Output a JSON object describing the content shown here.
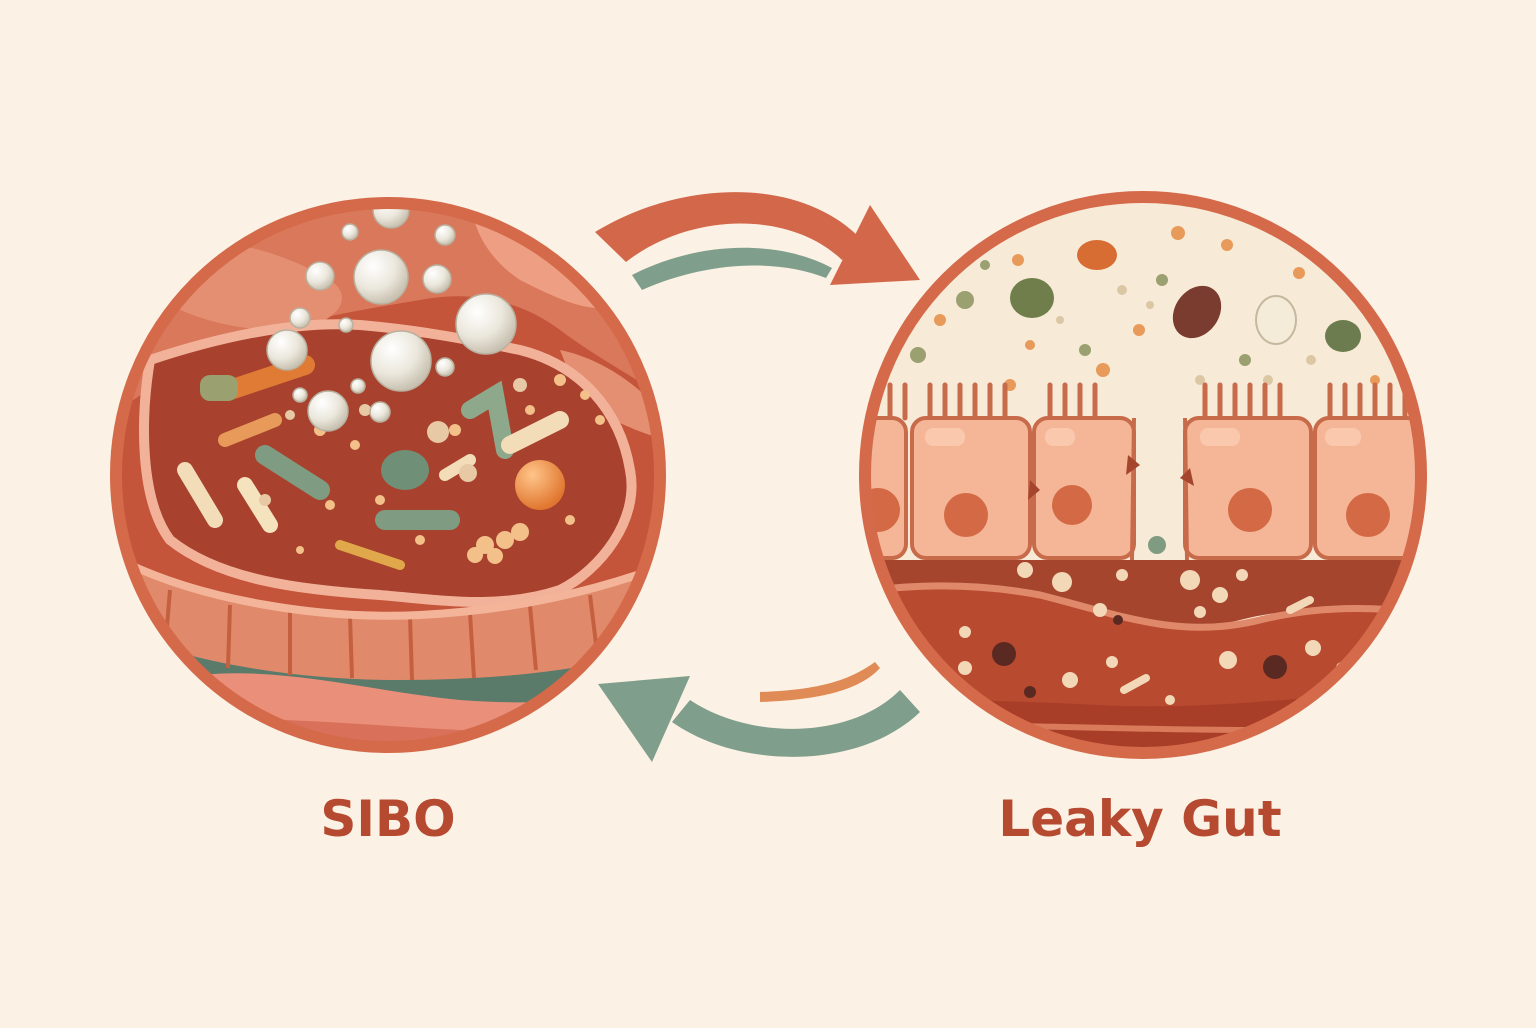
{
  "labels": {
    "sibo": "SIBO",
    "leaky_gut": "Leaky Gut"
  },
  "colors": {
    "background": "#fbf1e4",
    "label_text": "#b64a31",
    "circle_border": "#d46a4a",
    "arrow_top": "#d2674a",
    "arrow_bottom": "#7f9e8c",
    "tissue": "#d4785a",
    "bubble": "#eeebe0",
    "cell": "#f4b697"
  },
  "icons": {
    "sibo_panel": "intestine-bacteria-gas-illustration",
    "leaky_panel": "intestinal-barrier-cells-illustration",
    "top_arrow": "curved-arrow-right-icon",
    "bottom_arrow": "curved-arrow-left-icon"
  }
}
